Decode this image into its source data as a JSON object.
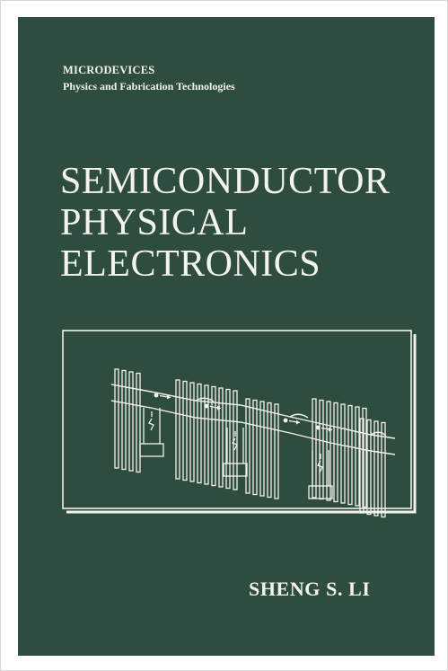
{
  "cover": {
    "series_title": "MICRODEVICES",
    "series_subtitle": "Physics and Fabrication Technologies",
    "title_lines": [
      "SEMICONDUCTOR",
      "PHYSICAL",
      "ELECTRONICS"
    ],
    "author": "SHENG S. LI"
  },
  "colors": {
    "cover_background": "#2f4d3e",
    "cover_text": "#f4f4ef",
    "line_art": "#f2f2ec"
  },
  "icons": [
    "transistor-array-illustration"
  ]
}
